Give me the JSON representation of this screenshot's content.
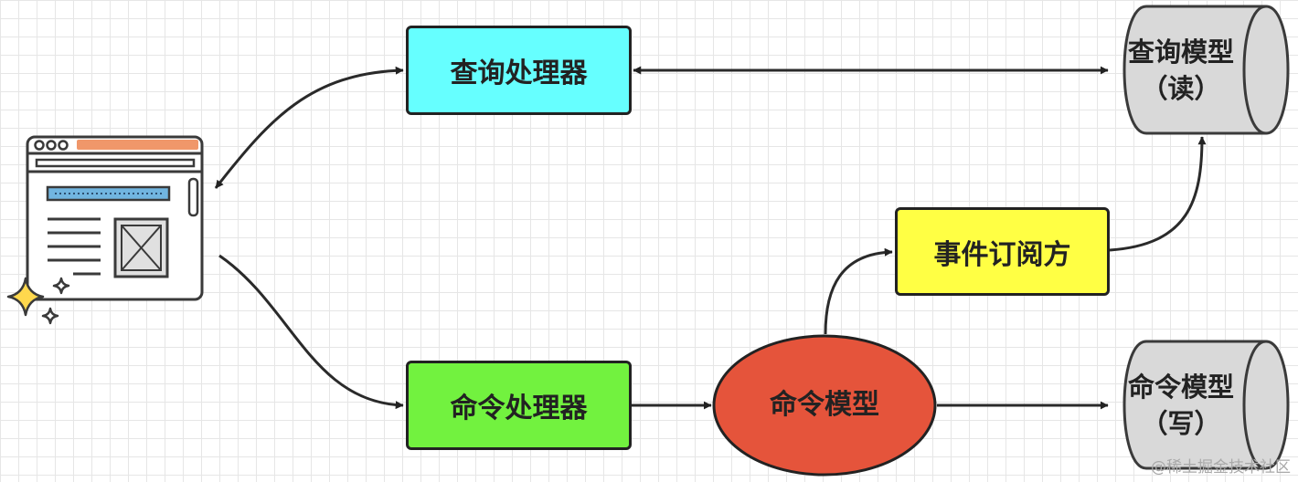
{
  "nodes": {
    "query_handler": {
      "label": "查询处理器",
      "color": "#66ffff"
    },
    "command_handler": {
      "label": "命令处理器",
      "color": "#72f23f"
    },
    "event_subscriber": {
      "label": "事件订阅方",
      "color": "#ffff44"
    },
    "command_model": {
      "label": "命令模型",
      "color": "#e5543b"
    },
    "query_db": {
      "line1": "查询模型",
      "line2": "（读）",
      "color": "#d9d9d9"
    },
    "command_db": {
      "line1": "命令模型",
      "line2": "（写）",
      "color": "#d9d9d9"
    }
  },
  "client_icon": {
    "icon": "browser-window-icon",
    "accent": "#f0976a",
    "bar": "#71b5e0"
  },
  "watermark": "@稀土掘金技术社区"
}
